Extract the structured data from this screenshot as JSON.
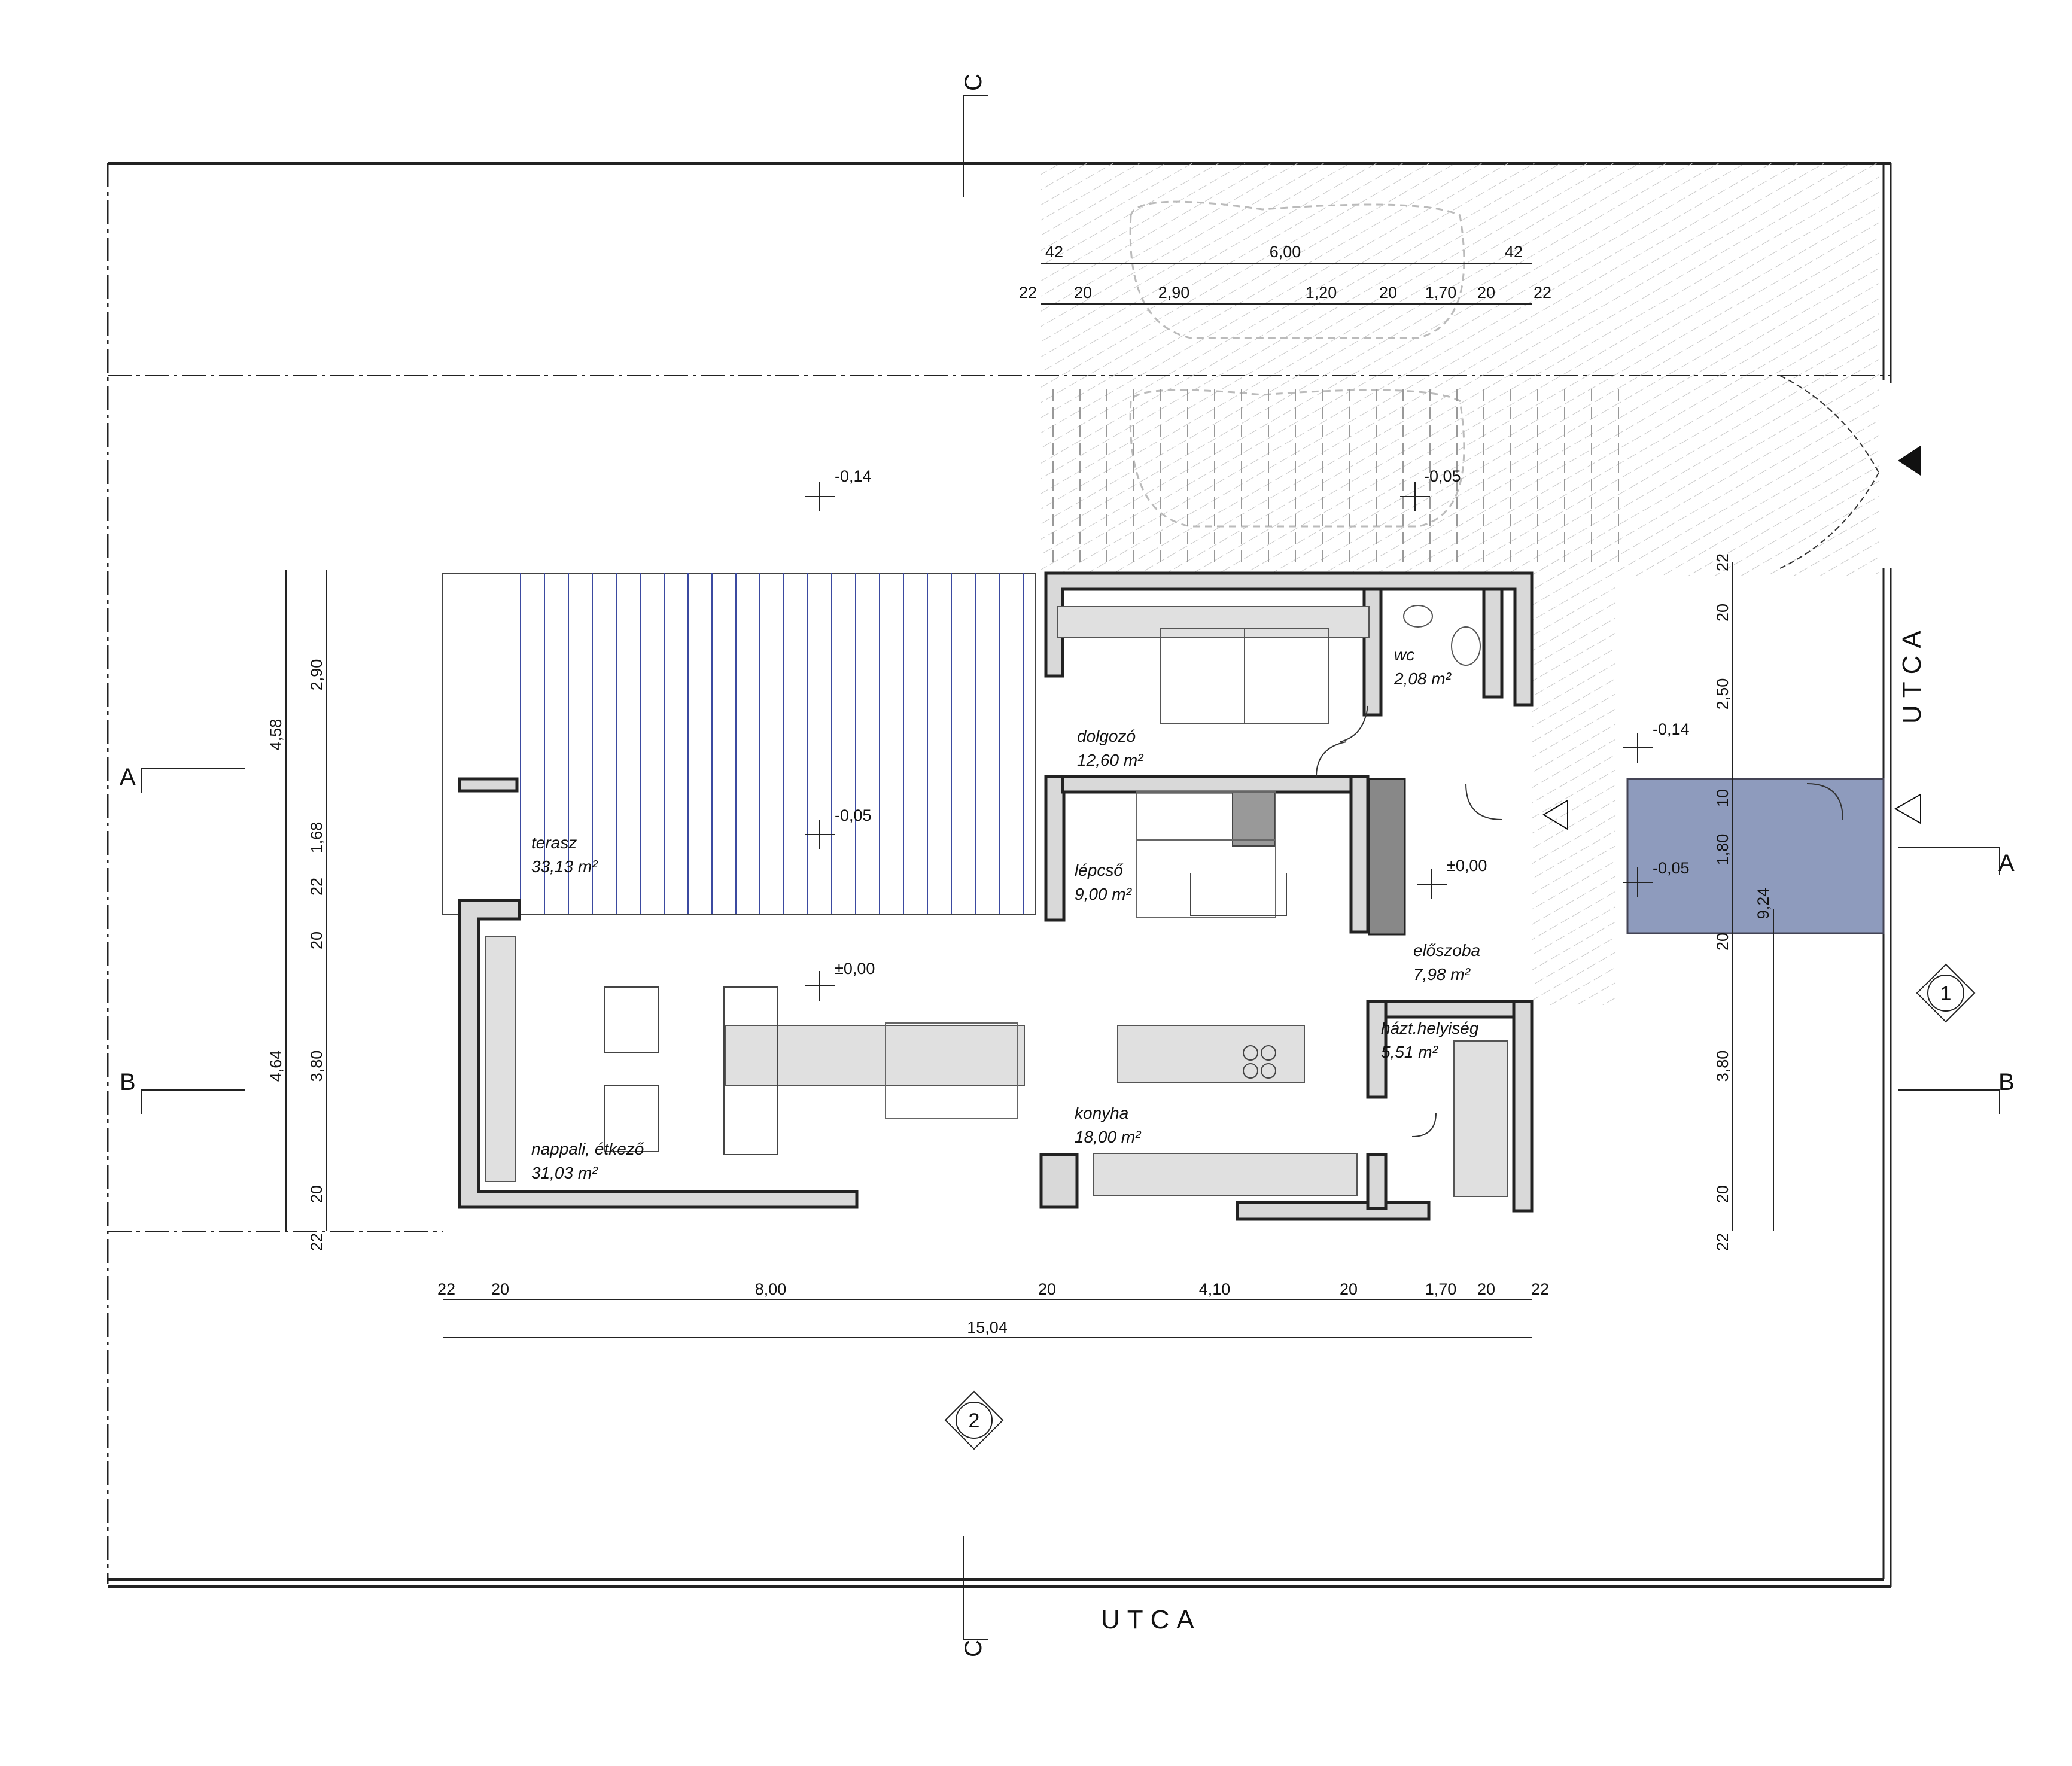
{
  "colors": {
    "line": "#222222",
    "hatch": "#d0d0d0",
    "wall": "#d9d9d9",
    "entrance": "#8e9bbd"
  },
  "rooms": [
    {
      "id": "terasz",
      "name": "terasz",
      "area": "33,13 m²"
    },
    {
      "id": "dolgozo",
      "name": "dolgozó",
      "area": "12,60 m²"
    },
    {
      "id": "wc",
      "name": "wc",
      "area": "2,08 m²"
    },
    {
      "id": "lepcso",
      "name": "lépcső",
      "area": "9,00 m²"
    },
    {
      "id": "eloszoba",
      "name": "előszoba",
      "area": "7,98 m²"
    },
    {
      "id": "hazt",
      "name": "házt.helyiség",
      "area": "5,51 m²"
    },
    {
      "id": "konyha",
      "name": "konyha",
      "area": "18,00 m²"
    },
    {
      "id": "nappali",
      "name": "nappali, étkező",
      "area": "31,03 m²"
    }
  ],
  "levels": [
    "-0,14",
    "-0,05",
    "-0,05",
    "±0,00",
    "±0,00",
    "-0,14",
    "-0,05"
  ],
  "streets": [
    "UTCA",
    "UTCA"
  ],
  "sections": {
    "a": "A",
    "b": "B",
    "c": "C"
  },
  "markers": [
    "1",
    "2"
  ],
  "dims": {
    "top_row1": [
      "42",
      "6,00",
      "42"
    ],
    "top_row2": [
      "22",
      "20",
      "2,90",
      "1,20",
      "20",
      "1,70",
      "20",
      "22"
    ],
    "bottom_row1": [
      "22",
      "20",
      "8,00",
      "20",
      "4,10",
      "20",
      "1,70",
      "20",
      "22"
    ],
    "bottom_total": "15,04",
    "left_outer": [
      "4,58",
      "4,64"
    ],
    "left_inner": [
      "2,90",
      "1,68",
      "22",
      "20",
      "3,80",
      "20",
      "22"
    ],
    "right_chain": [
      "22",
      "20",
      "2,50",
      "10",
      "1,80",
      "20",
      "3,80",
      "20",
      "22"
    ],
    "right_total": "9,24"
  }
}
